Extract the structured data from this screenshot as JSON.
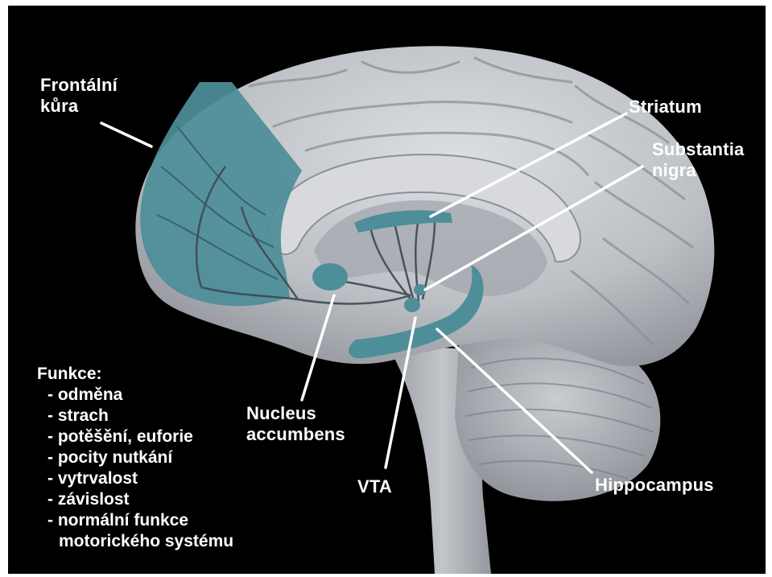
{
  "labels": {
    "frontal_cortex": "Frontální\nkůra",
    "striatum": "Striatum",
    "substantia_nigra": "Substantia\nnigra",
    "nucleus_accumbens": "Nucleus\naccumbens",
    "vta": "VTA",
    "hippocampus": "Hippocampus"
  },
  "functions": {
    "heading": "Funkce:",
    "items": [
      "- odměna",
      "- strach",
      "- potěšění, euforie",
      "- pocity nutkání",
      "- vytrvalost",
      "- závislost",
      "- normální funkce"
    ],
    "continuation": "motorického systému"
  },
  "colors": {
    "background": "#000000",
    "brain": "#bfc2c7",
    "highlight": "#4e8e99",
    "label_text": "#ffffff",
    "leader_line": "#ffffff"
  }
}
